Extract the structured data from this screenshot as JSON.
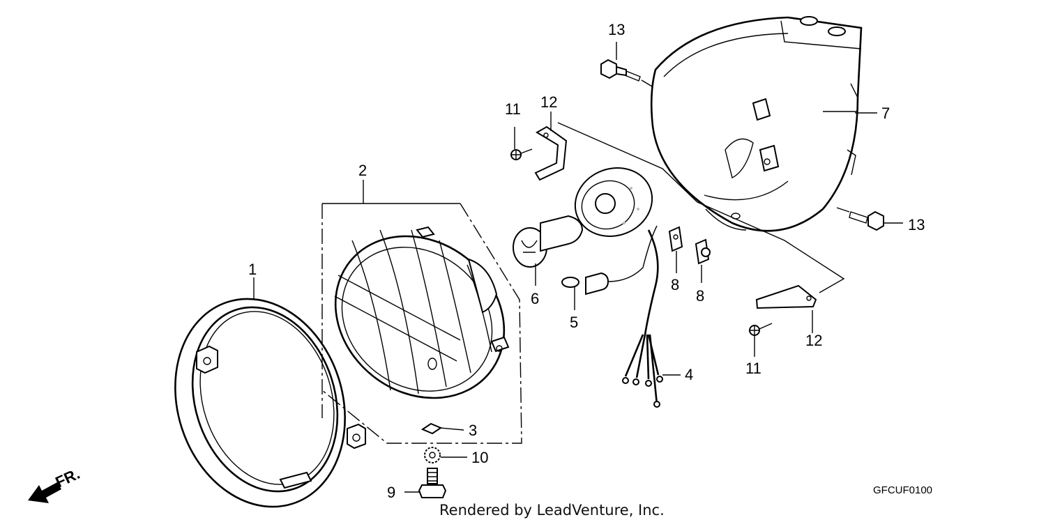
{
  "parts": [
    {
      "id": "part-1",
      "label": "1"
    },
    {
      "id": "part-2",
      "label": "2"
    },
    {
      "id": "part-3",
      "label": "3"
    },
    {
      "id": "part-4",
      "label": "4"
    },
    {
      "id": "part-5",
      "label": "5"
    },
    {
      "id": "part-6",
      "label": "6"
    },
    {
      "id": "part-7",
      "label": "7"
    },
    {
      "id": "part-8a",
      "label": "8"
    },
    {
      "id": "part-8b",
      "label": "8"
    },
    {
      "id": "part-9",
      "label": "9"
    },
    {
      "id": "part-10",
      "label": "10"
    },
    {
      "id": "part-11a",
      "label": "11"
    },
    {
      "id": "part-11b",
      "label": "11"
    },
    {
      "id": "part-12a",
      "label": "12"
    },
    {
      "id": "part-12b",
      "label": "12"
    },
    {
      "id": "part-13a",
      "label": "13"
    },
    {
      "id": "part-13b",
      "label": "13"
    }
  ],
  "direction_marker": "FR.",
  "diagram_code": "GFCUF0100",
  "credit": "Rendered by LeadVenture, Inc."
}
